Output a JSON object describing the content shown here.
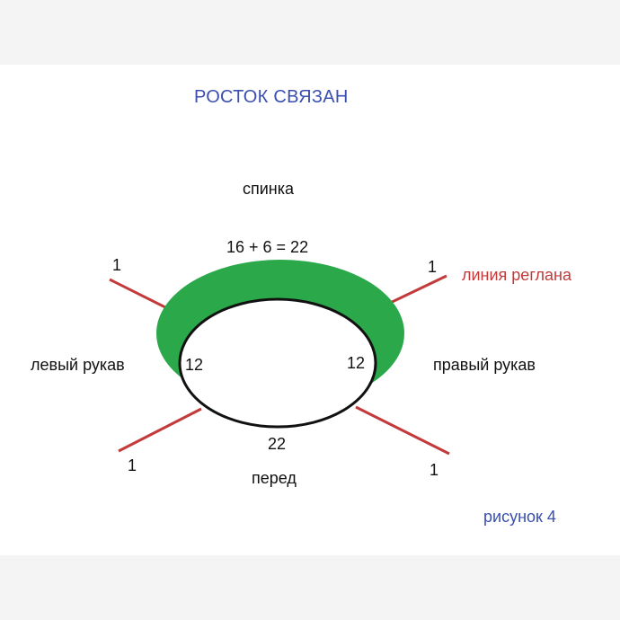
{
  "title": "РОСТОК СВЯЗАН",
  "labels": {
    "back": "спинка",
    "formula": "16 + 6 = 22",
    "left_sleeve": "левый рукав",
    "right_sleeve": "правый рукав",
    "front": "перед",
    "raglan_line": "линия реглана",
    "figure": "рисунок 4"
  },
  "counts": {
    "left": "12",
    "right": "12",
    "front": "22",
    "raglan_top_left": "1",
    "raglan_top_right": "1",
    "raglan_bottom_left": "1",
    "raglan_bottom_right": "1"
  },
  "colors": {
    "title": "#3a4fb0",
    "raglan": "#c23a3a",
    "yoke_fill": "#2ba84a",
    "outline": "#111111"
  }
}
